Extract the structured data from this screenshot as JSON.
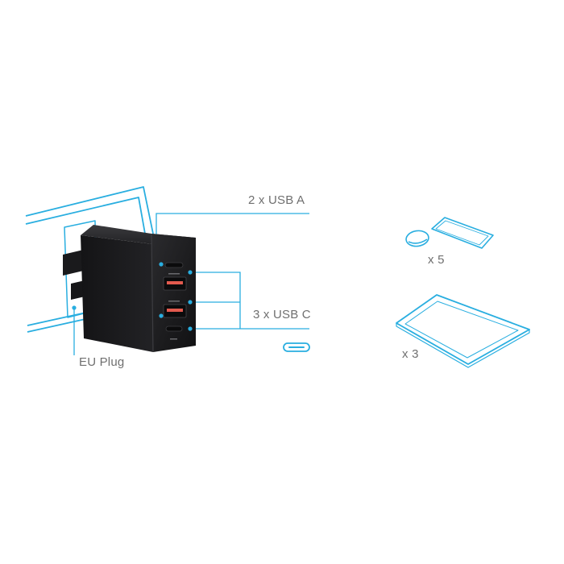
{
  "labels": {
    "usb_a": "2 x USB A",
    "usb_c": "3 x USB C",
    "eu_plug": "EU Plug",
    "small_devices_count": "x 5",
    "tablet_count": "x 3"
  },
  "colors": {
    "accent": "#29aee0",
    "text": "#6f6f6f",
    "charger_body": "#1d1d1f",
    "port_accent": "#e25a4e"
  },
  "icons": [
    "wall-outline",
    "charger-image",
    "usb-c-connector-icon",
    "earbuds-case-icon",
    "phone-icon",
    "tablet-icon"
  ]
}
